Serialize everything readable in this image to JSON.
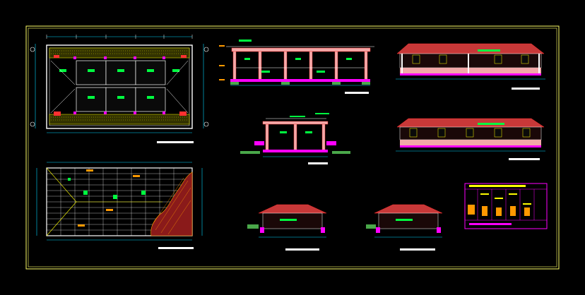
{
  "colors": {
    "background": "#000000",
    "frame": "#ffff66",
    "white": "#ffffff",
    "cyan": "#00d8ff",
    "green": "#00ff40",
    "yellow": "#ffff00",
    "magenta": "#ff00ff",
    "red": "#ff3030",
    "orange": "#ff9900",
    "roof_red": "#c83838",
    "roof_dark": "#8a1a1a",
    "wall_pink": "#f2a8a8",
    "floor_pink": "#ff66cc",
    "hatch_green": "#4aa84a"
  },
  "drawings": [
    {
      "id": "floor-plan",
      "kind": "plan"
    },
    {
      "id": "roof-framing-plan",
      "kind": "roof-plan"
    },
    {
      "id": "longitudinal-section",
      "kind": "section"
    },
    {
      "id": "cross-section",
      "kind": "section"
    },
    {
      "id": "front-elevation",
      "kind": "elevation"
    },
    {
      "id": "rear-elevation",
      "kind": "elevation"
    },
    {
      "id": "side-elevation-left",
      "kind": "elevation"
    },
    {
      "id": "side-elevation-right",
      "kind": "elevation"
    },
    {
      "id": "title-block",
      "kind": "title-block"
    }
  ]
}
